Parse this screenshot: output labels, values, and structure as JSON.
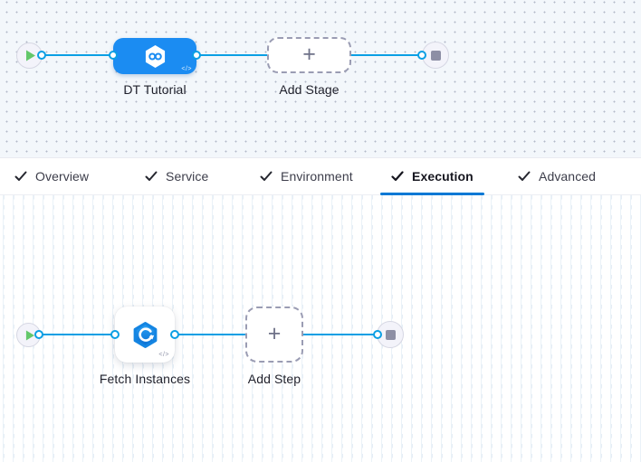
{
  "colors": {
    "accent_blue": "#0278d5",
    "stage_node_blue": "#1b8cf2",
    "connector_blue": "#0b9fe4",
    "canvas_top_bg": "#f3f7fb",
    "play_green": "#63c76a",
    "stop_gray": "#8d8fa5"
  },
  "stage_graph": {
    "start_node": "pipeline-start",
    "end_node": "pipeline-end",
    "stage": {
      "label": "DT Tutorial",
      "icon": "cd-hexagon-infinity-icon",
      "code_badge": "</>"
    },
    "add_stage": {
      "label": "Add Stage",
      "plus": "+"
    }
  },
  "tabs": [
    {
      "label": "Overview",
      "checked": true,
      "active": false
    },
    {
      "label": "Service",
      "checked": true,
      "active": false
    },
    {
      "label": "Environment",
      "checked": true,
      "active": false
    },
    {
      "label": "Execution",
      "checked": true,
      "active": true
    },
    {
      "label": "Advanced",
      "checked": true,
      "active": false
    }
  ],
  "execution_graph": {
    "start_node": "execution-start",
    "end_node": "execution-end",
    "step": {
      "label": "Fetch Instances",
      "icon": "fetch-instances-hexagon-sync-icon",
      "code_badge": "</>"
    },
    "add_step": {
      "label": "Add Step",
      "plus": "+"
    }
  }
}
